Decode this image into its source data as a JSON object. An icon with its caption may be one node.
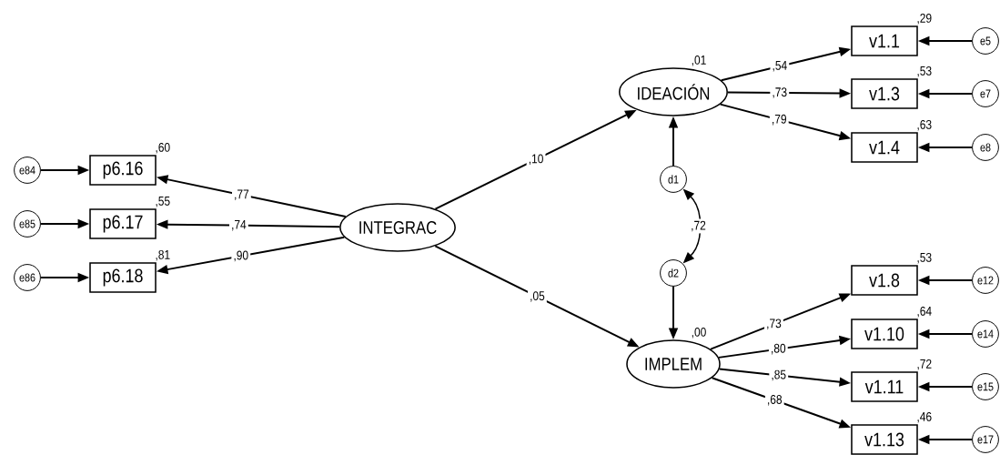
{
  "diagram": {
    "nodes": [
      {
        "text": [
          "INTEGRAC"
        ]
      },
      {
        "text": [
          "IDEACIÓN"
        ],
        "beside": [
          ",01"
        ]
      },
      {
        "text": [
          "IMPLEM"
        ],
        "beside": [
          ",00"
        ]
      },
      {
        "text": [
          "d1"
        ]
      },
      {
        "text": [
          "d2"
        ]
      },
      {
        "text": [
          "p6.16"
        ],
        "beside": [
          ",60"
        ]
      },
      {
        "text": [
          "p6.17"
        ],
        "beside": [
          ",55"
        ]
      },
      {
        "text": [
          "p6.18"
        ],
        "beside": [
          ",81"
        ]
      },
      {
        "text": [
          "e84"
        ]
      },
      {
        "text": [
          "e85"
        ]
      },
      {
        "text": [
          "e86"
        ]
      },
      {
        "text": [
          "v1.1"
        ],
        "beside": [
          ",29"
        ]
      },
      {
        "text": [
          "v1.3"
        ],
        "beside": [
          ",53"
        ]
      },
      {
        "text": [
          "v1.4"
        ],
        "beside": [
          ",63"
        ]
      },
      {
        "text": [
          "e5"
        ]
      },
      {
        "text": [
          "e7"
        ]
      },
      {
        "text": [
          "e8"
        ]
      },
      {
        "text": [
          "v1.8"
        ],
        "beside": [
          ",53"
        ]
      },
      {
        "text": [
          "v1.10"
        ],
        "beside": [
          ",64"
        ]
      },
      {
        "text": [
          "v1.11"
        ],
        "beside": [
          ",72"
        ]
      },
      {
        "text": [
          "v1.13"
        ],
        "beside": [
          ",46"
        ]
      },
      {
        "text": [
          "e12"
        ]
      },
      {
        "text": [
          "e14"
        ]
      },
      {
        "text": [
          "e15"
        ]
      },
      {
        "text": [
          "e17"
        ]
      }
    ],
    "edges": [
      {
        "from": 0,
        "to": 5,
        "arrow": "to",
        "label": ",77"
      },
      {
        "from": 0,
        "to": 6,
        "arrow": "to",
        "label": ",74"
      },
      {
        "from": 0,
        "to": 7,
        "arrow": "to",
        "label": ",90"
      },
      {
        "from": 8,
        "to": 5,
        "arrow": "to"
      },
      {
        "from": 9,
        "to": 6,
        "arrow": "to"
      },
      {
        "from": 10,
        "to": 7,
        "arrow": "to"
      },
      {
        "from": 0,
        "to": 1,
        "arrow": "to",
        "label": ",10"
      },
      {
        "from": 0,
        "to": 2,
        "arrow": "to",
        "label": ",05"
      },
      {
        "from": 3,
        "to": 1,
        "arrow": "to"
      },
      {
        "from": 4,
        "to": 2,
        "arrow": "to"
      },
      {
        "from": 3,
        "to": 4,
        "arrow": "both",
        "label": ",72"
      },
      {
        "from": 1,
        "to": 11,
        "arrow": "to",
        "label": ",54"
      },
      {
        "from": 1,
        "to": 12,
        "arrow": "to",
        "label": ",73"
      },
      {
        "from": 1,
        "to": 13,
        "arrow": "to",
        "label": ",79"
      },
      {
        "from": 14,
        "to": 11,
        "arrow": "to"
      },
      {
        "from": 15,
        "to": 12,
        "arrow": "to"
      },
      {
        "from": 16,
        "to": 13,
        "arrow": "to"
      },
      {
        "from": 2,
        "to": 17,
        "arrow": "to",
        "label": ",73"
      },
      {
        "from": 2,
        "to": 18,
        "arrow": "to",
        "label": ",80"
      },
      {
        "from": 2,
        "to": 19,
        "arrow": "to",
        "label": ",85"
      },
      {
        "from": 2,
        "to": 20,
        "arrow": "to",
        "label": ",68"
      },
      {
        "from": 21,
        "to": 17,
        "arrow": "to"
      },
      {
        "from": 22,
        "to": 18,
        "arrow": "to"
      },
      {
        "from": 23,
        "to": 19,
        "arrow": "to"
      },
      {
        "from": 24,
        "to": 20,
        "arrow": "to"
      }
    ]
  }
}
